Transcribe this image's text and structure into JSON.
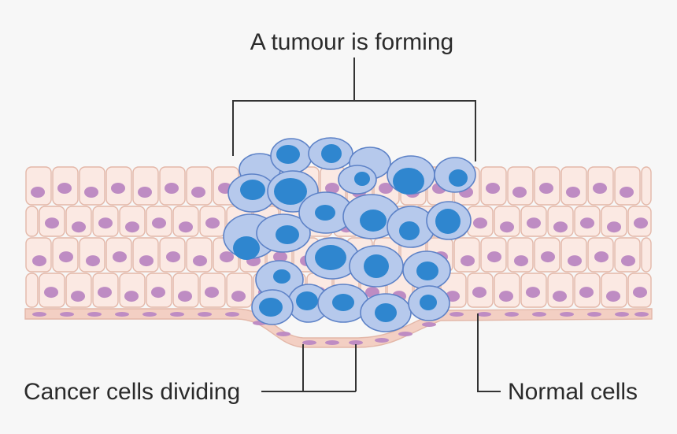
{
  "labels": {
    "title": "A tumour is forming",
    "cancer": "Cancer cells dividing",
    "normal": "Normal cells"
  },
  "colors": {
    "background": "#f7f7f7",
    "normal_cell_fill": "#fbe9e3",
    "normal_cell_stroke": "#e3b7a8",
    "normal_nucleus": "#be8cc3",
    "cancer_cell_fill": "#b6c9ec",
    "cancer_cell_stroke": "#5d82c7",
    "cancer_nucleus": "#2f86cf",
    "basement_membrane": "#f3cfc3",
    "callout_line": "#333333"
  }
}
